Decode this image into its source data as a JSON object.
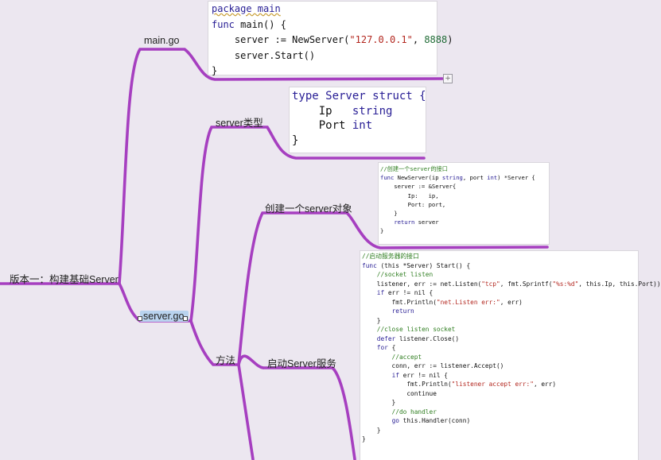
{
  "nodes": {
    "root": "版本一：构建基础Server",
    "main_go": "main.go",
    "server_type": "server类型",
    "server_go": "server.go",
    "create_obj": "创建一个server对象",
    "methods": "方法",
    "start_service": "启动Server服务"
  },
  "expand_symbol": "+",
  "code_blocks": {
    "main_go": [
      "package main",
      "",
      "func main() {",
      "    server := NewServer(\"127.0.0.1\", 8888)",
      "    server.Start()",
      "}"
    ],
    "server_struct": [
      "type Server struct {",
      "    Ip   string",
      "    Port int",
      "}"
    ],
    "new_server": [
      "//创建一个server的接口",
      "func NewServer(ip string, port int) *Server {",
      "    server := &Server{",
      "        Ip:   ip,",
      "        Port: port,",
      "    }",
      "",
      "    return server",
      "}"
    ],
    "start_method": [
      "//启动服务器的接口",
      "func (this *Server) Start() {",
      "    //socket listen",
      "    listener, err := net.Listen(\"tcp\", fmt.Sprintf(\"%s:%d\", this.Ip, this.Port))",
      "    if err != nil {",
      "        fmt.Println(\"net.Listen err:\", err)",
      "        return",
      "    }",
      "    //close listen socket",
      "    defer listener.Close()",
      "",
      "    for {",
      "        //accept",
      "        conn, err := listener.Accept()",
      "        if err != nil {",
      "            fmt.Println(\"listener accept err:\", err)",
      "            continue",
      "        }",
      "",
      "        //do handler",
      "        go this.Handler(conn)",
      "    }",
      "}"
    ]
  },
  "colors": {
    "background": "#ece7f0",
    "branch": "#a63fc0",
    "selection": "#b9d3ee",
    "keyword": "#2a2096",
    "string": "#b3271f",
    "number": "#1f6b35",
    "comment": "#2e7d1f"
  }
}
